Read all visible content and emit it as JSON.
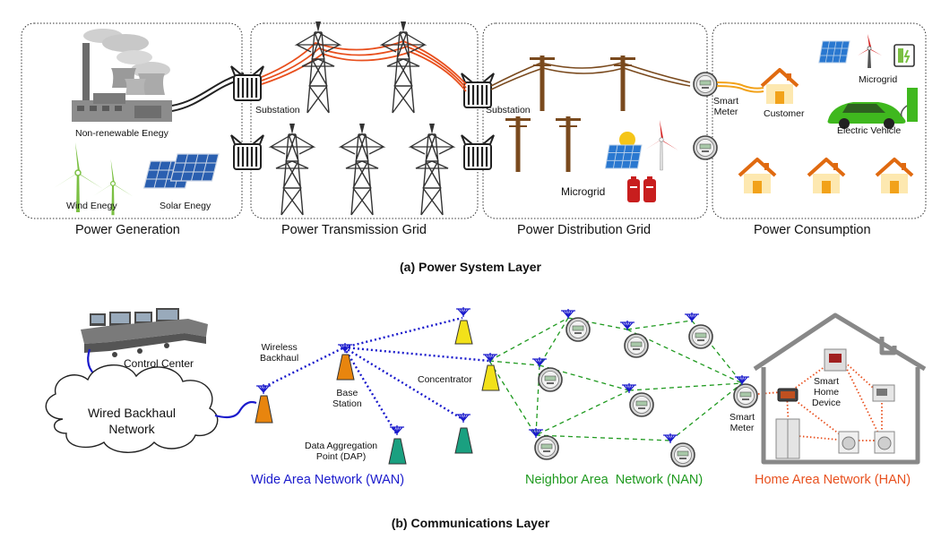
{
  "power_layer": {
    "caption": "(a) Power System Layer",
    "sections": {
      "generation": "Power Generation",
      "transmission": "Power Transmission Grid",
      "distribution": "Power Distribution Grid",
      "consumption": "Power Consumption"
    },
    "labels": {
      "non_renewable": "Non-renewable Enegy",
      "wind": "Wind Enegy",
      "solar": "Solar Enegy",
      "substation_1": "Substation",
      "substation_2": "Substation",
      "microgrid_dist": "Microgrid",
      "smart_meter": "Smart\nMeter",
      "customer": "Customer",
      "microgrid_cons": "Microgrid",
      "electric_vehicle": "Electric Vehicle"
    }
  },
  "comm_layer": {
    "caption": "(b) Communications Layer",
    "labels": {
      "control_center": "Control Center",
      "wired_backhaul": "Wired Backhaul\nNetwork",
      "wireless_backhaul": "Wireless\nBackhaul",
      "base_station": "Base\nStation",
      "concentrator": "Concentrator",
      "dap": "Data Aggregation\nPoint (DAP)",
      "smart_meter": "Smart\nMeter",
      "smart_home_device": "Smart\nHome\nDevice"
    },
    "networks": {
      "wan": "Wide Area Network (WAN)",
      "nan": "Neighbor Area  Network (NAN)",
      "han": "Home Area Network (HAN)"
    }
  },
  "colors": {
    "wan": "#1a1acc",
    "nan": "#1f9a1f",
    "han": "#e8501e",
    "transmission_line": "#e8501e",
    "distribution_line": "#7a4a1e",
    "antenna": "#1a1acc"
  },
  "icons": [
    "power-plant-icon",
    "wind-turbine-icon",
    "solar-panel-icon",
    "substation-icon",
    "transmission-tower-icon",
    "utility-pole-icon",
    "smart-meter-icon",
    "house-icon",
    "battery-icon",
    "electric-car-icon",
    "control-desk-icon",
    "cloud-icon",
    "base-station-icon",
    "concentrator-icon",
    "dap-icon",
    "appliance-icon"
  ]
}
